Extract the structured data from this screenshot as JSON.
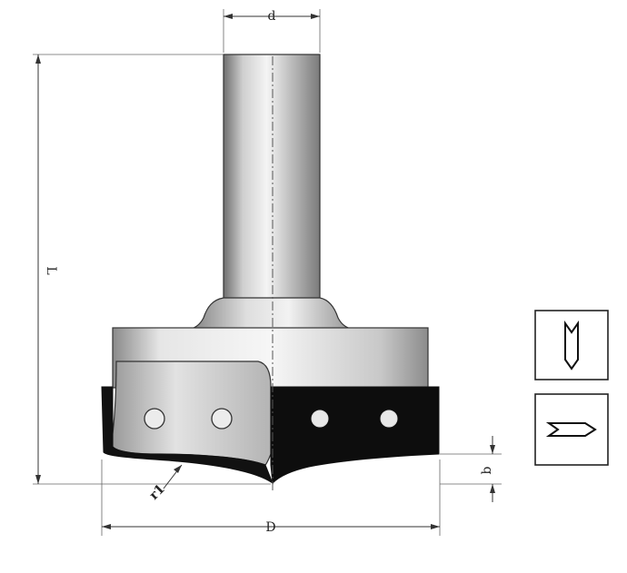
{
  "labels": {
    "d": "d",
    "L": "L",
    "b": "b",
    "D": "D",
    "r1": "r1"
  },
  "icons": [
    {
      "name": "plunge-cut-icon"
    },
    {
      "name": "side-feed-icon"
    }
  ]
}
